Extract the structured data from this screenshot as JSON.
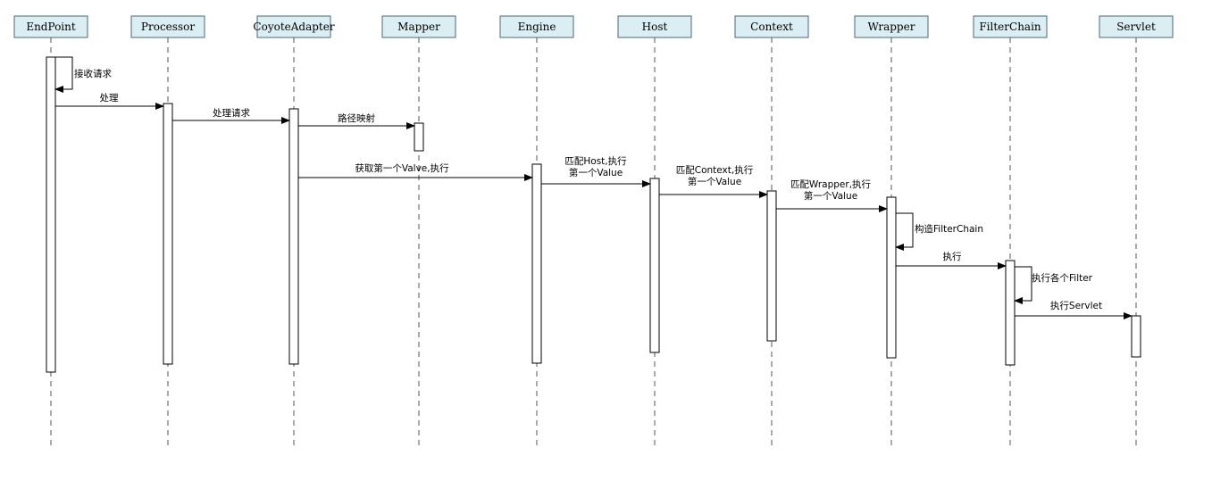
{
  "participants": [
    "EndPoint",
    "Processor",
    "CoyoteAdapter",
    "Mapper",
    "Engine",
    "Host",
    "Context",
    "Wrapper",
    "FilterChain",
    "Servlet"
  ],
  "messages": [
    {
      "from": "EndPoint",
      "to": "EndPoint",
      "lines": [
        "接收请求"
      ]
    },
    {
      "from": "EndPoint",
      "to": "Processor",
      "lines": [
        "处理"
      ]
    },
    {
      "from": "Processor",
      "to": "CoyoteAdapter",
      "lines": [
        "处理请求"
      ]
    },
    {
      "from": "CoyoteAdapter",
      "to": "Mapper",
      "lines": [
        "路径映射"
      ]
    },
    {
      "from": "CoyoteAdapter",
      "to": "Engine",
      "lines": [
        "获取第一个Valve,执行"
      ]
    },
    {
      "from": "Engine",
      "to": "Host",
      "lines": [
        "匹配Host,执行",
        "第一个Value"
      ]
    },
    {
      "from": "Host",
      "to": "Context",
      "lines": [
        "匹配Context,执行",
        "第一个Value"
      ]
    },
    {
      "from": "Context",
      "to": "Wrapper",
      "lines": [
        "匹配Wrapper,执行",
        "第一个Value"
      ]
    },
    {
      "from": "Wrapper",
      "to": "Wrapper",
      "lines": [
        "构造FilterChain"
      ]
    },
    {
      "from": "Wrapper",
      "to": "FilterChain",
      "lines": [
        "执行"
      ]
    },
    {
      "from": "FilterChain",
      "to": "FilterChain",
      "lines": [
        "执行各个Filter"
      ]
    },
    {
      "from": "FilterChain",
      "to": "Servlet",
      "lines": [
        "执行Servlet"
      ]
    }
  ]
}
